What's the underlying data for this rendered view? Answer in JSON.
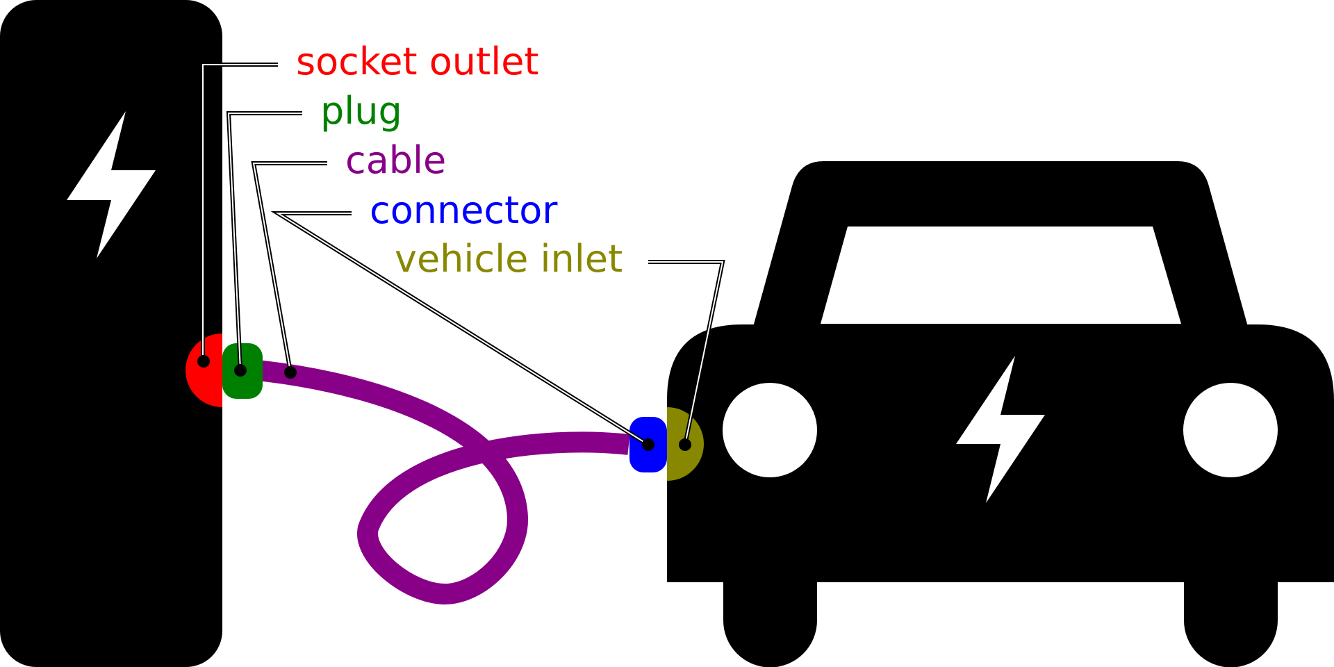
{
  "labels": {
    "socket_outlet": "socket outlet",
    "plug": "plug",
    "cable": "cable",
    "connector": "connector",
    "vehicle_inlet": "vehicle inlet"
  },
  "colors": {
    "socket_outlet": "#ff0000",
    "plug": "#008000",
    "cable": "#880088",
    "connector": "#0000ff",
    "vehicle_inlet": "#888800",
    "device": "#000000",
    "background": "#ffffff"
  },
  "icons": {
    "charging_station": "charging-station-icon",
    "car": "electric-car-icon",
    "bolt": "lightning-bolt-icon"
  }
}
